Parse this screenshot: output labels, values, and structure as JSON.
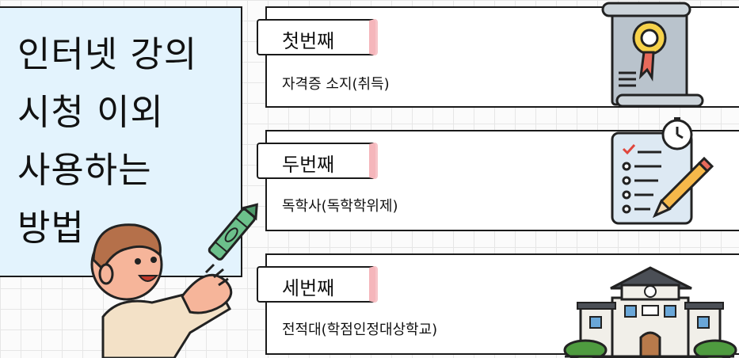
{
  "title": "인터넷 강의\n시청 이외\n사용하는\n방법",
  "items": [
    {
      "tag": "첫번째",
      "desc": "자격증 소지(취득)"
    },
    {
      "tag": "두번째",
      "desc": "독학사(독학학위제)"
    },
    {
      "tag": "세번째",
      "desc": "전적대(학점인정대상학교)"
    }
  ],
  "icons": [
    "certificate-icon",
    "checklist-icon",
    "school-building-icon",
    "teacher-character",
    "crayon-pointer"
  ],
  "colors": {
    "panel": "#e3f3fd",
    "tag_accent": "#f5b6bb",
    "crayon": "#6cc08b"
  }
}
